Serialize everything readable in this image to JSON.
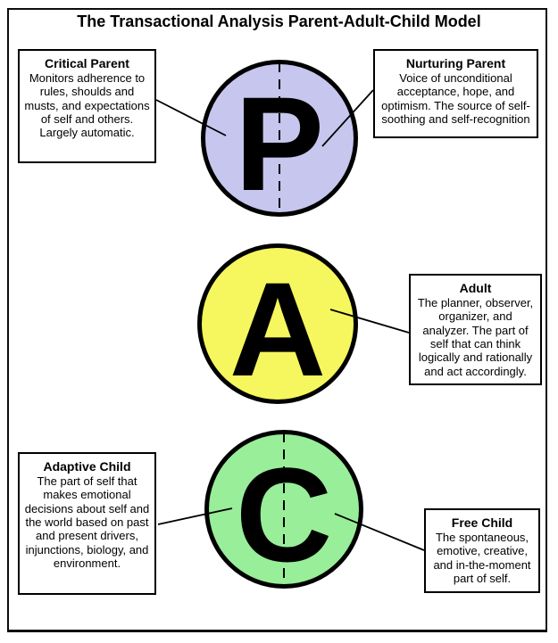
{
  "title": "The Transactional Analysis Parent-Adult-Child Model",
  "colors": {
    "parent_fill": "#c6c6ee",
    "adult_fill": "#f6f65e",
    "child_fill": "#99ee99",
    "outline": "#000000"
  },
  "circles": {
    "parent": {
      "letter": "P"
    },
    "adult": {
      "letter": "A"
    },
    "child": {
      "letter": "C"
    }
  },
  "boxes": {
    "critical_parent": {
      "title": "Critical Parent",
      "body": "Monitors adherence to rules, shoulds and musts, and expectations of self and others. Largely automatic."
    },
    "nurturing_parent": {
      "title": "Nurturing Parent",
      "body": "Voice of unconditional acceptance, hope, and optimism.  The source of self-soothing and self-recognition"
    },
    "adult": {
      "title": "Adult",
      "body": "The planner, observer, organizer, and analyzer. The part of self that can think logically and rationally and act accordingly."
    },
    "adaptive_child": {
      "title": "Adaptive Child",
      "body": "The part of self that makes emotional decisions about self and the world based on past and present drivers, injunctions, biology, and environment."
    },
    "free_child": {
      "title": "Free Child",
      "body": "The spontaneous, emotive, creative, and in-the-moment part of self."
    }
  }
}
